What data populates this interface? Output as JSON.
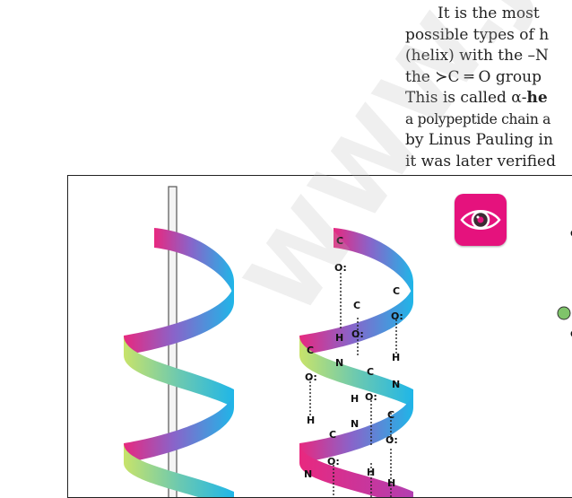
{
  "text": {
    "line1": "It is the most",
    "line2": "possible types of h",
    "line3": "(helix) with the –N",
    "line4_pre": "the ",
    "line4_sym": "≻C ═ O group",
    "line5_pre": "This is called α-",
    "line5_bold": "he",
    "line6": "a polypeptide chain a",
    "line7": "by Linus Pauling in",
    "line8": "it was later verified"
  },
  "figure": {
    "atom_c": "C",
    "atom_o": "O:",
    "atom_h": "H",
    "atom_n": "N",
    "partial_label_top": "C",
    "partial_label_mid": "C",
    "colors": {
      "magenta": "#e8287f",
      "cyan": "#1fb6e8",
      "lime": "#c8e36a",
      "violet": "#8a63c9",
      "badge": "#e5127d"
    }
  },
  "badge_icon": "animation-eye-icon",
  "watermark_text": "WWW.JE"
}
